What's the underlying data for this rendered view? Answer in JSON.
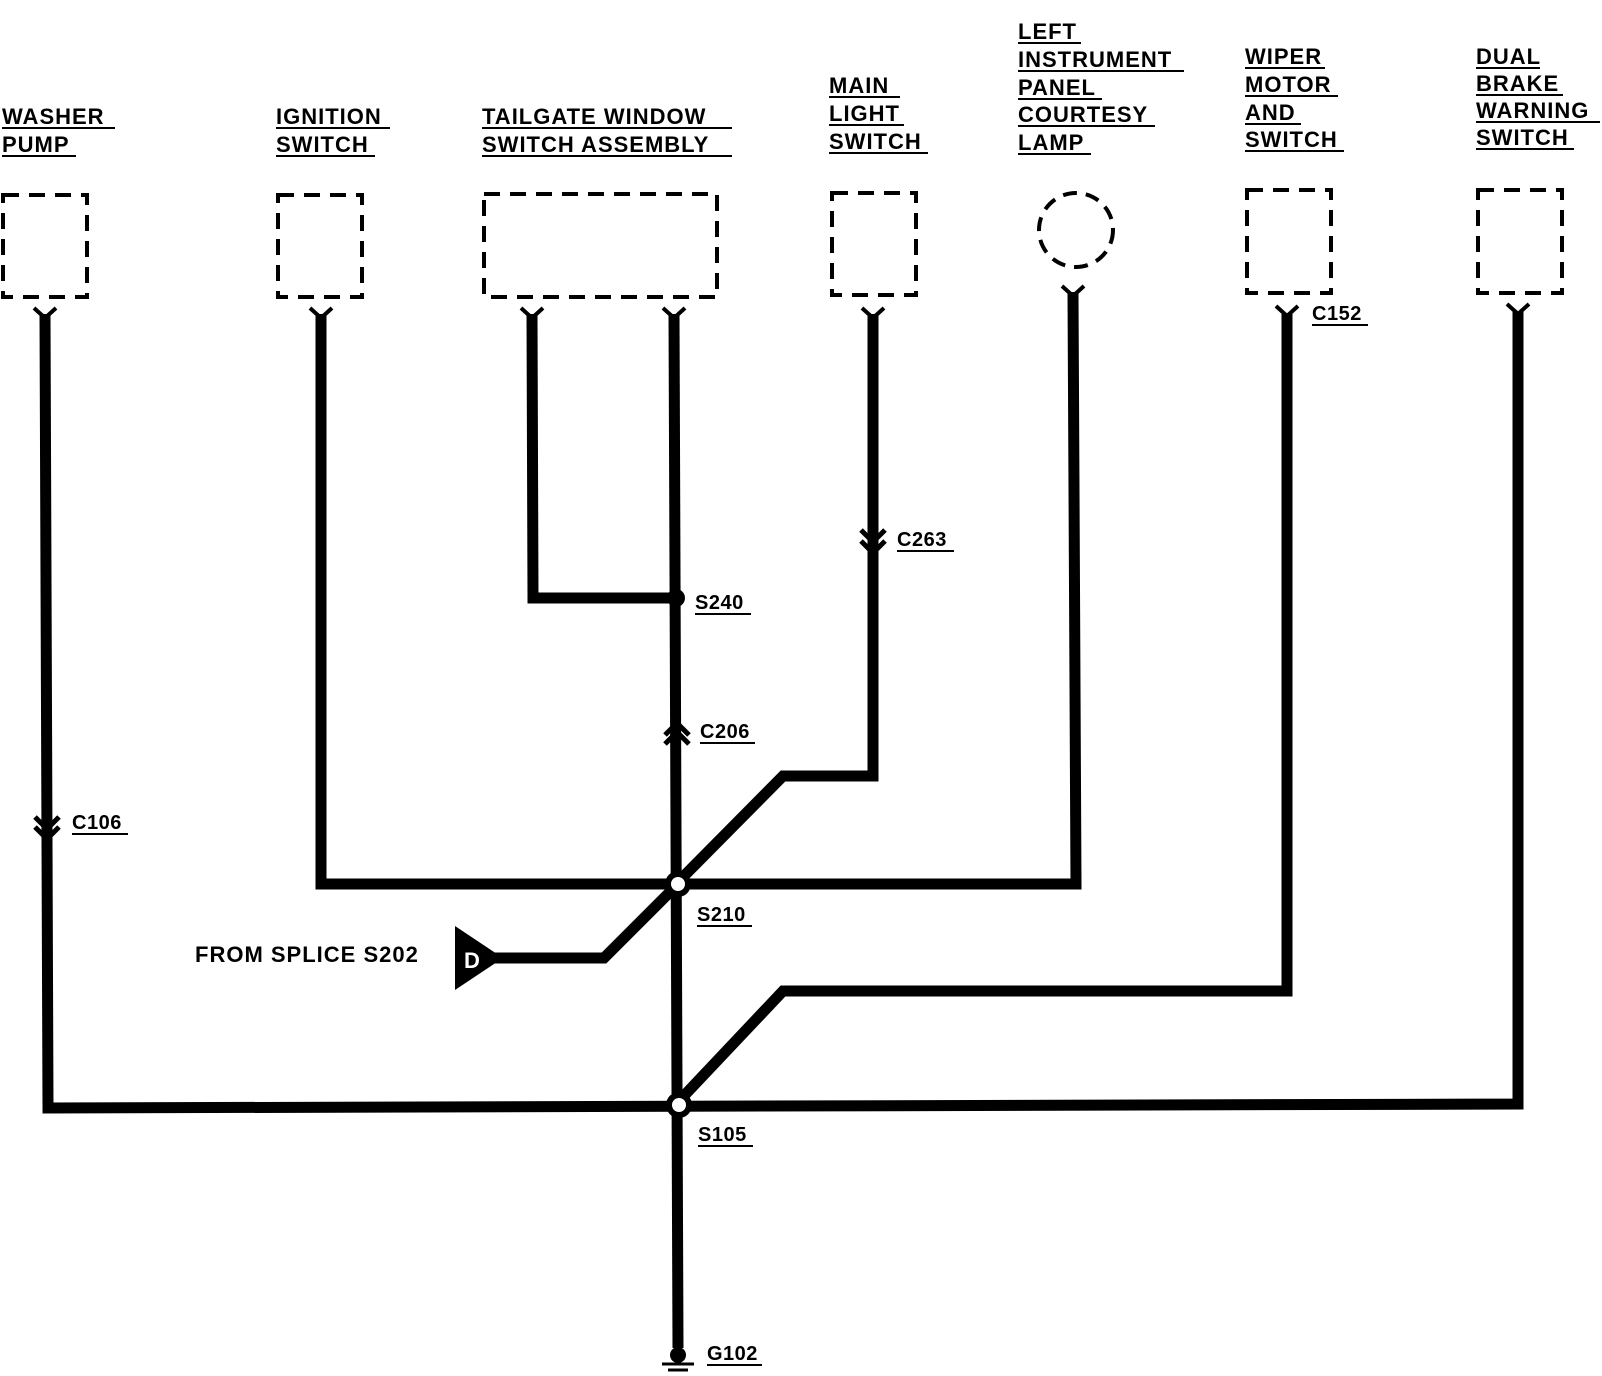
{
  "components": {
    "washer_pump": [
      "WASHER",
      "PUMP"
    ],
    "ignition_switch": [
      "IGNITION",
      "SWITCH"
    ],
    "tailgate_window": [
      "TAILGATE WINDOW",
      "SWITCH ASSEMBLY"
    ],
    "main_light_switch": [
      "MAIN",
      "LIGHT",
      "SWITCH"
    ],
    "courtesy_lamp": [
      "LEFT",
      "INSTRUMENT",
      "PANEL",
      "COURTESY",
      "LAMP"
    ],
    "wiper_motor": [
      "WIPER",
      "MOTOR",
      "AND",
      "SWITCH"
    ],
    "brake_warning": [
      "DUAL",
      "BRAKE",
      "WARNING",
      "SWITCH"
    ]
  },
  "connectors": {
    "c106": "C106",
    "c263": "C263",
    "c206": "C206",
    "c152": "C152"
  },
  "splices": {
    "s240": "S240",
    "s210": "S210",
    "s105": "S105"
  },
  "ground": {
    "g102": "G102"
  },
  "from_splice": {
    "text": "FROM SPLICE S202",
    "letter": "D"
  }
}
